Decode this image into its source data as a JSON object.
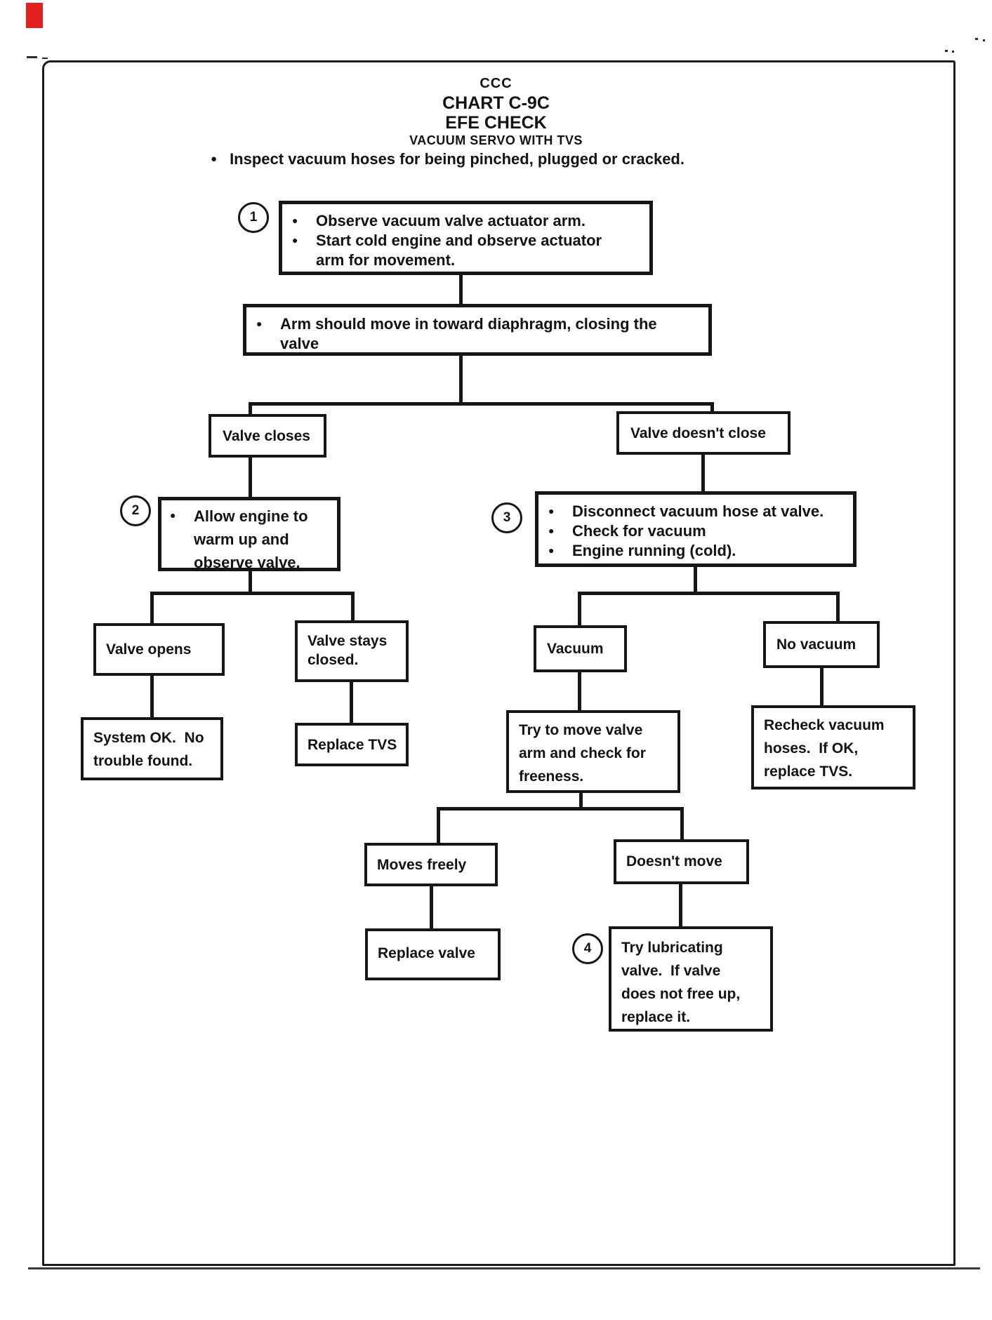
{
  "bullet": "●",
  "header": {
    "line1": "CCC",
    "line2": "CHART C-9C",
    "line3": "EFE CHECK",
    "line4": "VACUUM SERVO WITH TVS",
    "intro": "Inspect vacuum hoses for being pinched, plugged or cracked."
  },
  "steps": {
    "s1": {
      "number": "1",
      "item1_lines": [
        "Observe vacuum valve actuator arm.",
        "Start cold engine and observe actuator"
      ],
      "item2_cont": "arm for movement."
    },
    "arm_move": {
      "line1": "Arm should move in toward diaphragm, closing the",
      "line2": "valve"
    },
    "valve_closes": {
      "label": "Valve closes"
    },
    "valve_doesnt_close": {
      "label": "Valve doesn't close"
    },
    "s2": {
      "number": "2",
      "lines": [
        "Allow engine to",
        "warm up and",
        "observe valve."
      ]
    },
    "s3": {
      "number": "3",
      "items": [
        "Disconnect vacuum hose at valve.",
        "Check for vacuum",
        "Engine running (cold)."
      ]
    },
    "valve_opens": {
      "label": "Valve opens"
    },
    "valve_stays_closed": {
      "lines": [
        "Valve stays",
        "closed."
      ]
    },
    "system_ok": {
      "lines": [
        "System OK.  No",
        "trouble found."
      ]
    },
    "replace_tvs": {
      "label": "Replace TVS"
    },
    "vacuum": {
      "label": "Vacuum"
    },
    "no_vacuum": {
      "label": "No vacuum"
    },
    "try_move": {
      "lines": [
        "Try to move valve",
        "arm and check for",
        "freeness."
      ]
    },
    "recheck": {
      "lines": [
        "Recheck vacuum",
        "hoses.  If OK,",
        "replace TVS."
      ]
    },
    "moves_freely": {
      "label": "Moves freely"
    },
    "doesnt_move": {
      "label": "Doesn't move"
    },
    "replace_valve": {
      "label": "Replace valve"
    },
    "s4": {
      "number": "4",
      "lines": [
        "Try lubricating",
        "valve.  If valve",
        "does not free up,",
        "replace it."
      ]
    }
  },
  "colors": {
    "ink": "#161616",
    "paper": "#ffffff",
    "red_mark": "#e2201d"
  }
}
